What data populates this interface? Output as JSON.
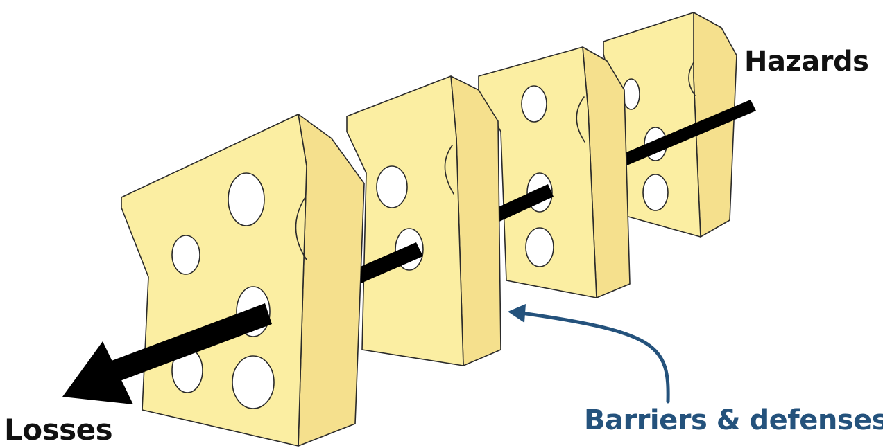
{
  "labels": {
    "hazards": "Hazards",
    "losses": "Losses",
    "barriers": "Barriers & defenses"
  },
  "colors": {
    "cheese_face": "#fbeea2",
    "cheese_side": "#f5e08d",
    "outline": "#2a2a2a",
    "trajectory": "#000000",
    "barriers_text": "#24527c",
    "pointer_arrow": "#24527c"
  },
  "diagram": {
    "barrier_count": 4,
    "trajectory_direction": "from Hazards to Losses"
  }
}
